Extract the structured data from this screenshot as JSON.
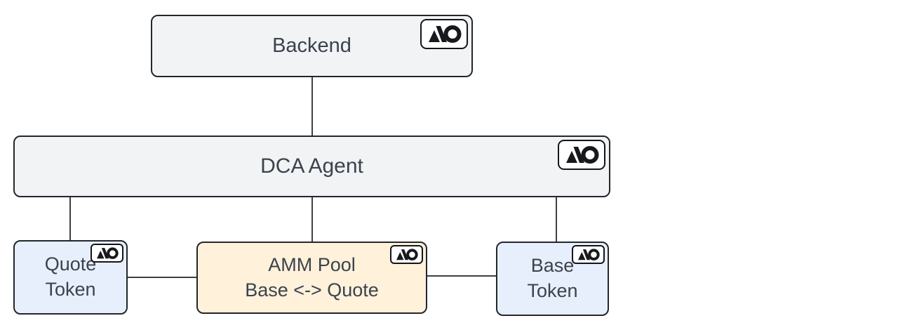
{
  "diagram": {
    "type": "architecture-diagram",
    "background_color": "#ffffff",
    "colors": {
      "node_gray_fill": "#f2f3f5",
      "node_blue_fill": "#e8effc",
      "node_orange_fill": "#fff1da",
      "node_border": "#22272c",
      "text": "#3a434e",
      "edge_line": "#3f3f3f",
      "badge_background": "#ffffff",
      "badge_border": "#121519",
      "logo_glyph": "#17191c"
    },
    "badge_icon": "ao-logo",
    "nodes": {
      "backend": {
        "label": "Backend"
      },
      "dca_agent": {
        "label": "DCA Agent"
      },
      "quote_token": {
        "line1": "Quote",
        "line2": "Token"
      },
      "amm_pool": {
        "line1": "AMM Pool",
        "line2": "Base <-> Quote"
      },
      "base_token": {
        "line1": "Base",
        "line2": "Token"
      }
    },
    "edges": [
      {
        "from": "backend",
        "to": "dca_agent"
      },
      {
        "from": "dca_agent",
        "to": "quote_token"
      },
      {
        "from": "dca_agent",
        "to": "amm_pool"
      },
      {
        "from": "dca_agent",
        "to": "base_token"
      },
      {
        "from": "quote_token",
        "to": "amm_pool"
      },
      {
        "from": "amm_pool",
        "to": "base_token"
      }
    ]
  }
}
